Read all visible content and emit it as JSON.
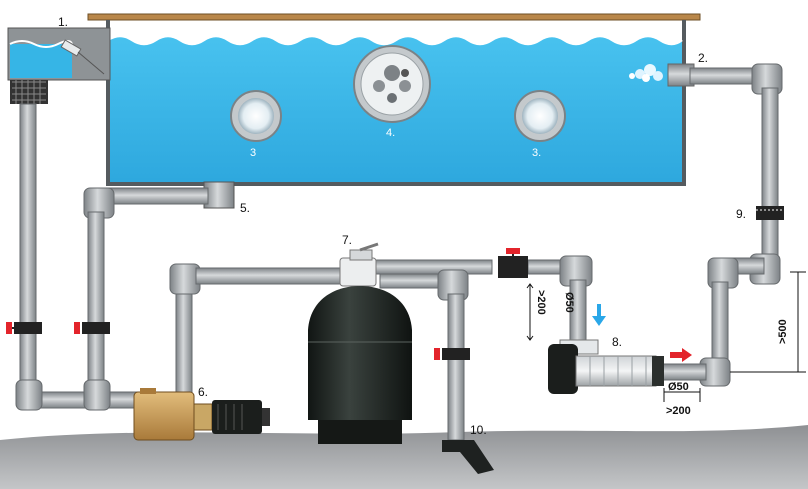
{
  "labels": {
    "skimmer": "1.",
    "return_inlet": "2.",
    "light_left": "3",
    "light_right": "3.",
    "counter_current": "4.",
    "main_drain": "5.",
    "filter_pump": "6.",
    "multiport_valve": "7.",
    "heat_pump": "8.",
    "return_valve": "9.",
    "waste_drain": "10."
  },
  "dimensions": {
    "pipe_diameter_top": "Ø50",
    "min_vertical": ">200",
    "pipe_diameter_bottom": "Ø50",
    "min_horizontal": ">200",
    "height_min": ">500"
  },
  "colors": {
    "water": "#35b6e8",
    "pipe": "#9ea3a6",
    "valve_handle": "#e3242b",
    "ground": "#9a9c9f",
    "filter_tank": "#1f2522",
    "pump_body": "#c79a55",
    "flow_in_arrow": "#2aa7e8",
    "flow_out_arrow": "#e3242b",
    "deck": "#b9874a"
  }
}
